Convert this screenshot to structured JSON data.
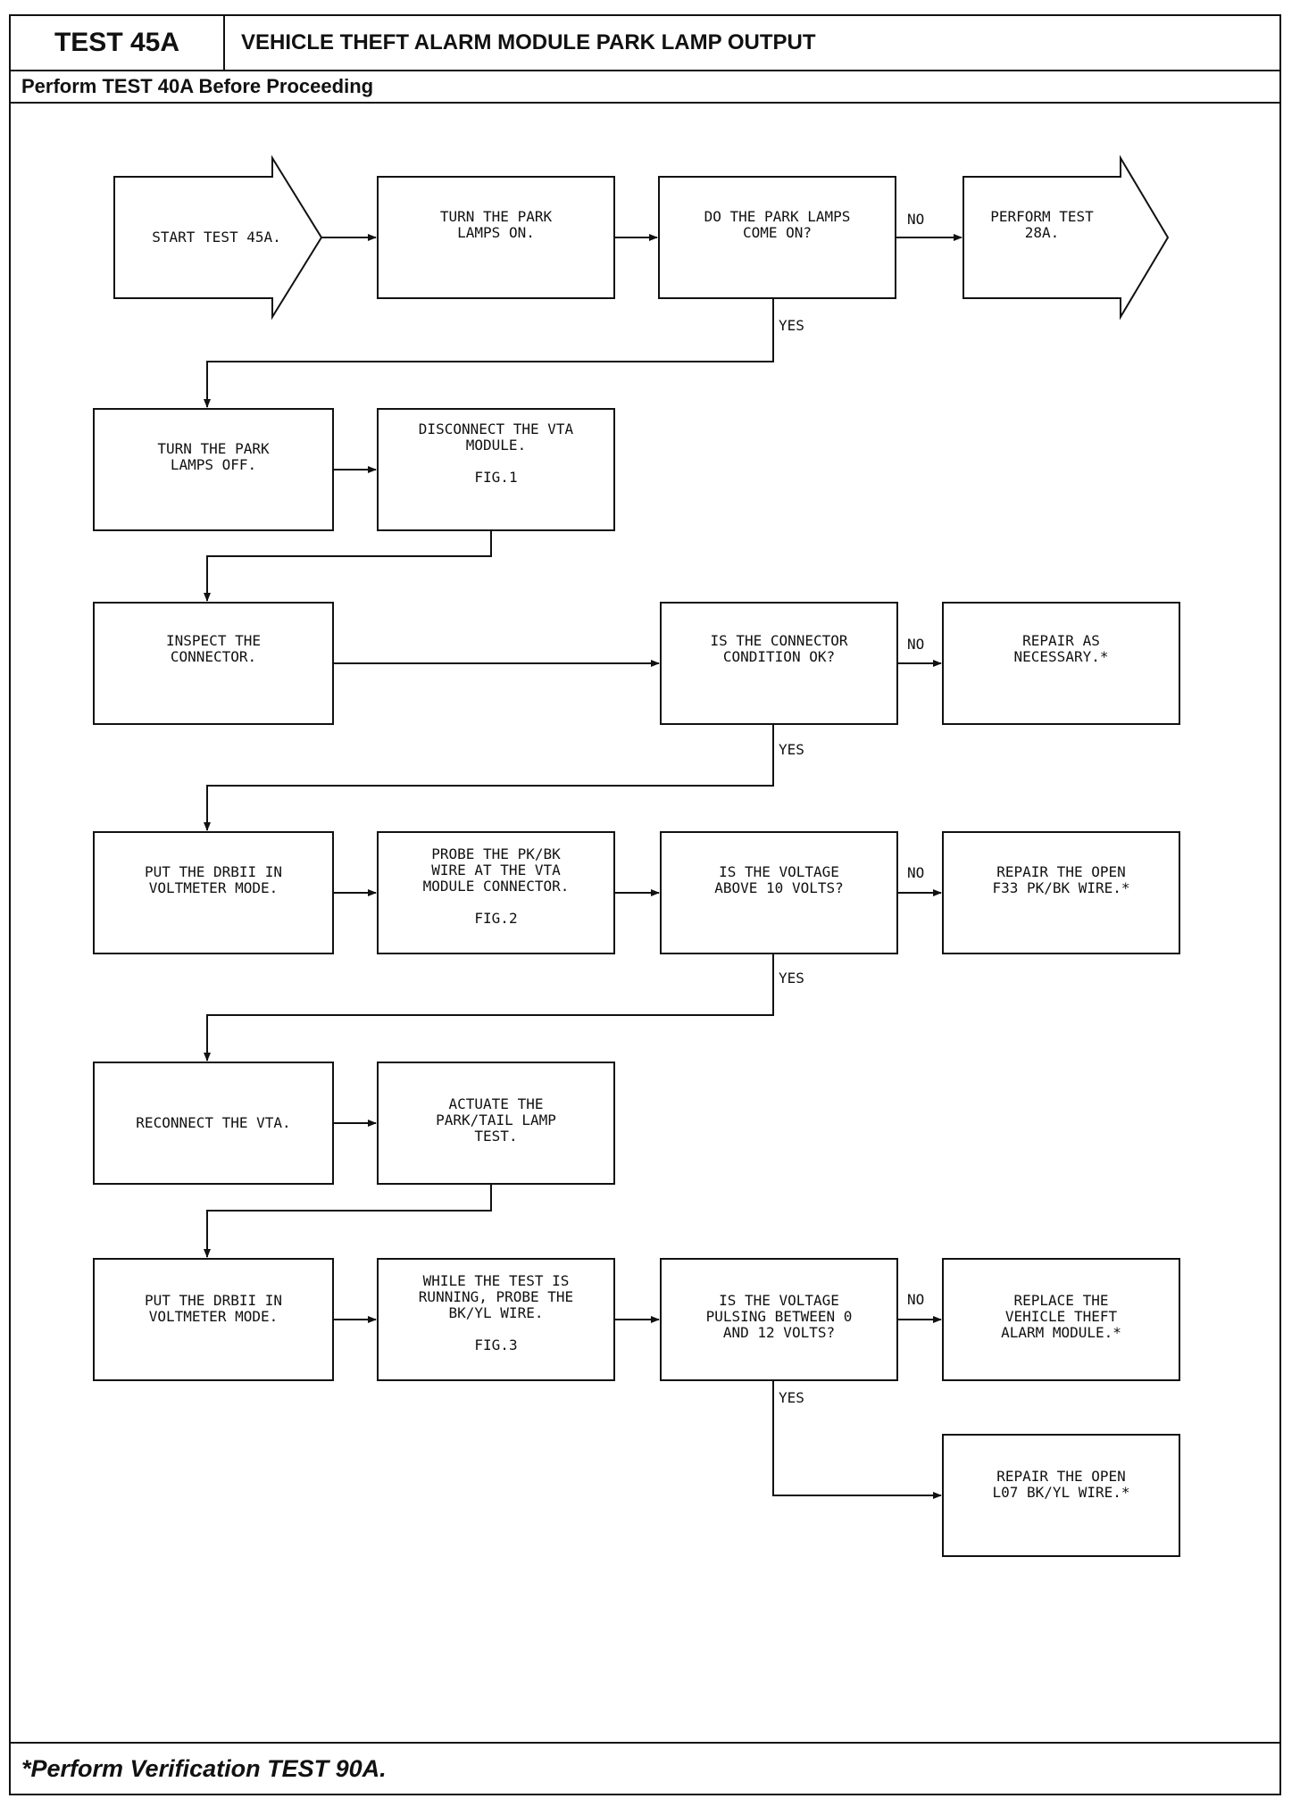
{
  "header": {
    "test_id": "TEST 45A",
    "title": "VEHICLE THEFT ALARM MODULE PARK LAMP OUTPUT",
    "prerequisite": "Perform TEST 40A Before Proceeding"
  },
  "footer": {
    "note": "*Perform Verification TEST 90A."
  },
  "nodes": {
    "start": "START TEST 45A.",
    "turn_on": "TURN THE PARK\nLAMPS ON.",
    "q_lamps": "DO THE PARK LAMPS\nCOME ON?",
    "perform_28a": "PERFORM TEST\n28A.",
    "turn_off": "TURN THE PARK\nLAMPS OFF.",
    "disconnect": "DISCONNECT THE VTA\nMODULE.\n\nFIG.1",
    "inspect": "INSPECT THE\nCONNECTOR.",
    "q_connector": "IS THE CONNECTOR\nCONDITION OK?",
    "repair_nec": "REPAIR AS\nNECESSARY.*",
    "drbii_1": "PUT THE DRBII IN\nVOLTMETER MODE.",
    "probe_pk": "PROBE THE PK/BK\nWIRE AT THE VTA\nMODULE CONNECTOR.\n\nFIG.2",
    "q_voltage": "IS THE VOLTAGE\nABOVE 10 VOLTS?",
    "repair_f33": "REPAIR THE OPEN\nF33 PK/BK WIRE.*",
    "reconnect": "RECONNECT THE VTA.",
    "actuate": "ACTUATE THE\nPARK/TAIL LAMP\nTEST.",
    "drbii_2": "PUT THE DRBII IN\nVOLTMETER MODE.",
    "while_test": "WHILE THE TEST IS\nRUNNING, PROBE THE\nBK/YL WIRE.\n\nFIG.3",
    "q_pulsing": "IS THE VOLTAGE\nPULSING BETWEEN 0\nAND 12 VOLTS?",
    "replace_vta": "REPLACE THE\nVEHICLE THEFT\nALARM MODULE.*",
    "repair_l07": "REPAIR THE OPEN\nL07 BK/YL WIRE.*"
  },
  "labels": {
    "yes": "YES",
    "no": "NO"
  }
}
